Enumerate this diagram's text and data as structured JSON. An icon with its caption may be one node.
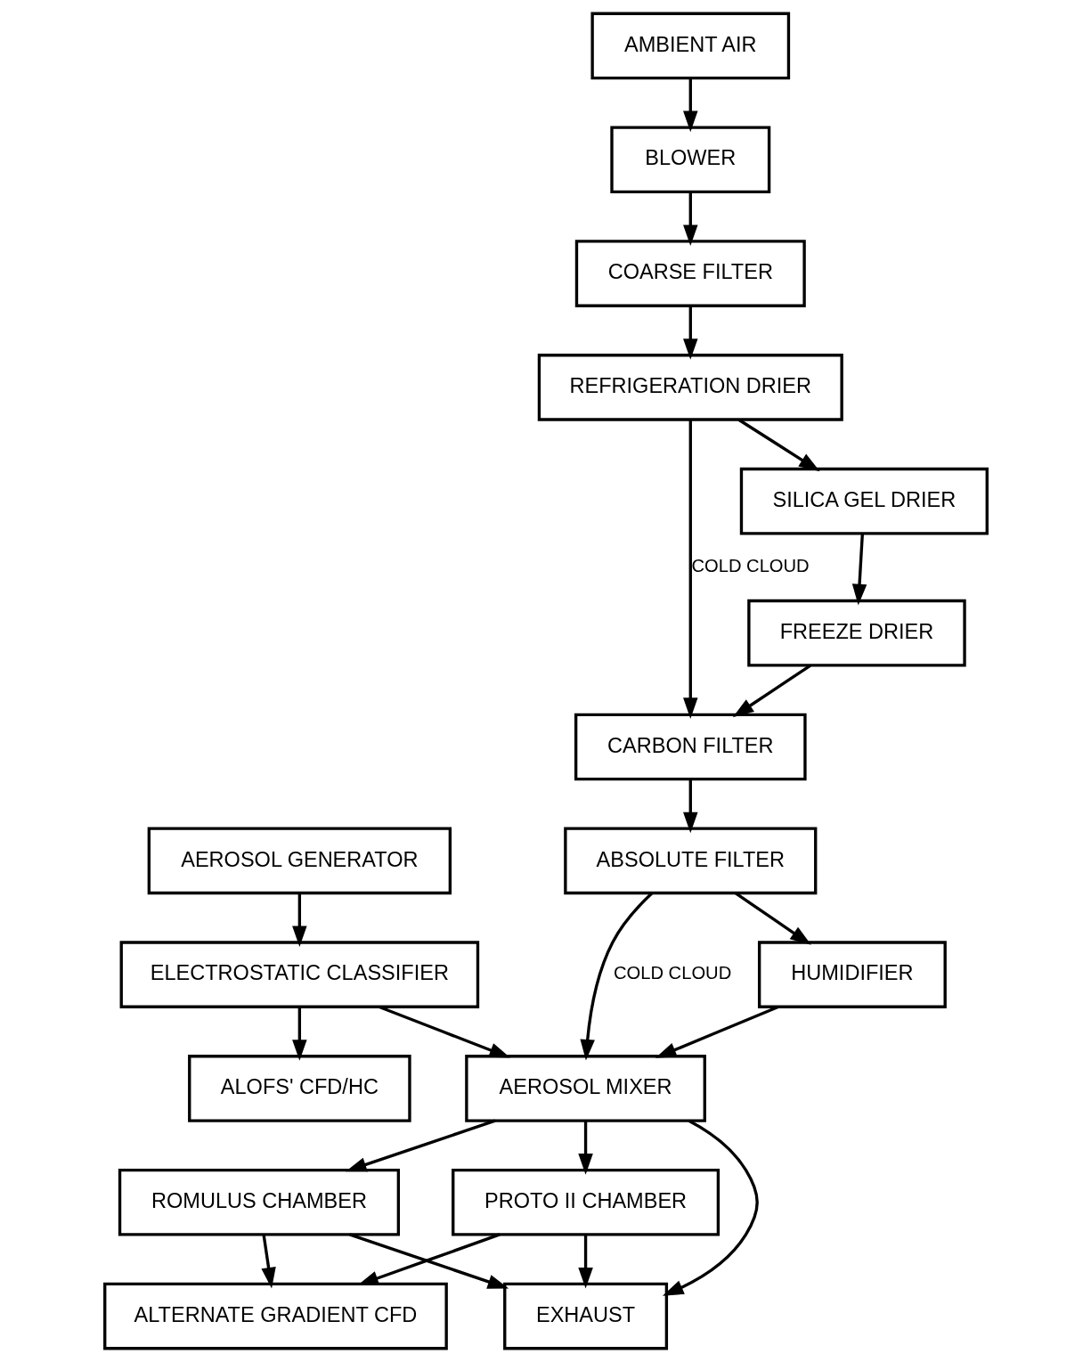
{
  "diagram": {
    "nodes": [
      {
        "text": [
          "AMBIENT AIR"
        ]
      },
      {
        "text": [
          "EXHAUST"
        ]
      },
      {
        "text": [
          "BLOWER"
        ]
      },
      {
        "text": [
          "ROMULUS CHAMBER"
        ]
      },
      {
        "text": [
          "COARSE FILTER"
        ]
      },
      {
        "text": [
          "ALTERNATE GRADIENT CFD"
        ]
      },
      {
        "text": [
          "AEROSOL GENERATOR"
        ]
      },
      {
        "text": [
          "REFRIGERATION DRIER"
        ]
      },
      {
        "text": [
          "PROTO II CHAMBER"
        ]
      },
      {
        "text": [
          "ELECTROSTATIC CLASSIFIER"
        ]
      },
      {
        "text": [
          "SILICA GEL DRIER"
        ]
      },
      {
        "text": [
          "AEROSOL MIXER"
        ]
      },
      {
        "text": [
          "FREEZE DRIER"
        ]
      },
      {
        "text": [
          "HUMIDIFIER"
        ]
      },
      {
        "text": [
          "ALOFS' CFD/HC"
        ]
      },
      {
        "text": [
          "CARBON FILTER"
        ]
      },
      {
        "text": [
          "ABSOLUTE FILTER"
        ]
      }
    ],
    "edges": [
      {
        "from": 0,
        "to": 2,
        "arrow": "to"
      },
      {
        "from": 2,
        "to": 4,
        "arrow": "to"
      },
      {
        "from": 4,
        "to": 7,
        "arrow": "to"
      },
      {
        "from": 7,
        "to": 10,
        "arrow": "to"
      },
      {
        "from": 10,
        "to": 12,
        "arrow": "to"
      },
      {
        "from": 12,
        "to": 15,
        "arrow": "to"
      },
      {
        "from": 7,
        "to": 15,
        "arrow": "to",
        "label": "COLD CLOUD"
      },
      {
        "from": 15,
        "to": 16,
        "arrow": "to"
      },
      {
        "from": 16,
        "to": 13,
        "arrow": "to"
      },
      {
        "from": 16,
        "to": 11,
        "arrow": "to",
        "label": "COLD CLOUD"
      },
      {
        "from": 13,
        "to": 11,
        "arrow": "to"
      },
      {
        "from": 11,
        "to": 3,
        "arrow": "to"
      },
      {
        "from": 11,
        "to": 8,
        "arrow": "to"
      },
      {
        "from": 11,
        "to": 1,
        "arrow": "to"
      },
      {
        "from": 3,
        "to": 5,
        "arrow": "to"
      },
      {
        "from": 8,
        "to": 5,
        "arrow": "to"
      },
      {
        "from": 3,
        "to": 1,
        "arrow": "to"
      },
      {
        "from": 8,
        "to": 1,
        "arrow": "to"
      },
      {
        "from": 6,
        "to": 9,
        "arrow": "to"
      },
      {
        "from": 9,
        "to": 11,
        "arrow": "to"
      },
      {
        "from": 9,
        "to": 14,
        "arrow": "to"
      }
    ]
  }
}
